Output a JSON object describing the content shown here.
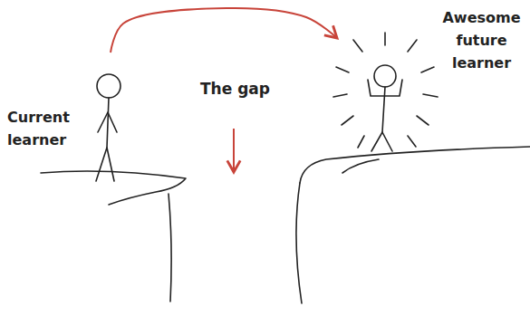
{
  "diagram": {
    "nodes": [
      {
        "text": [
          "Current learner"
        ]
      },
      {
        "text": [
          "Awesome future learner"
        ]
      }
    ],
    "edges": [
      {
        "from": 0,
        "to": 1,
        "arrow": "to"
      }
    ],
    "labels": [
      "The gap"
    ]
  }
}
